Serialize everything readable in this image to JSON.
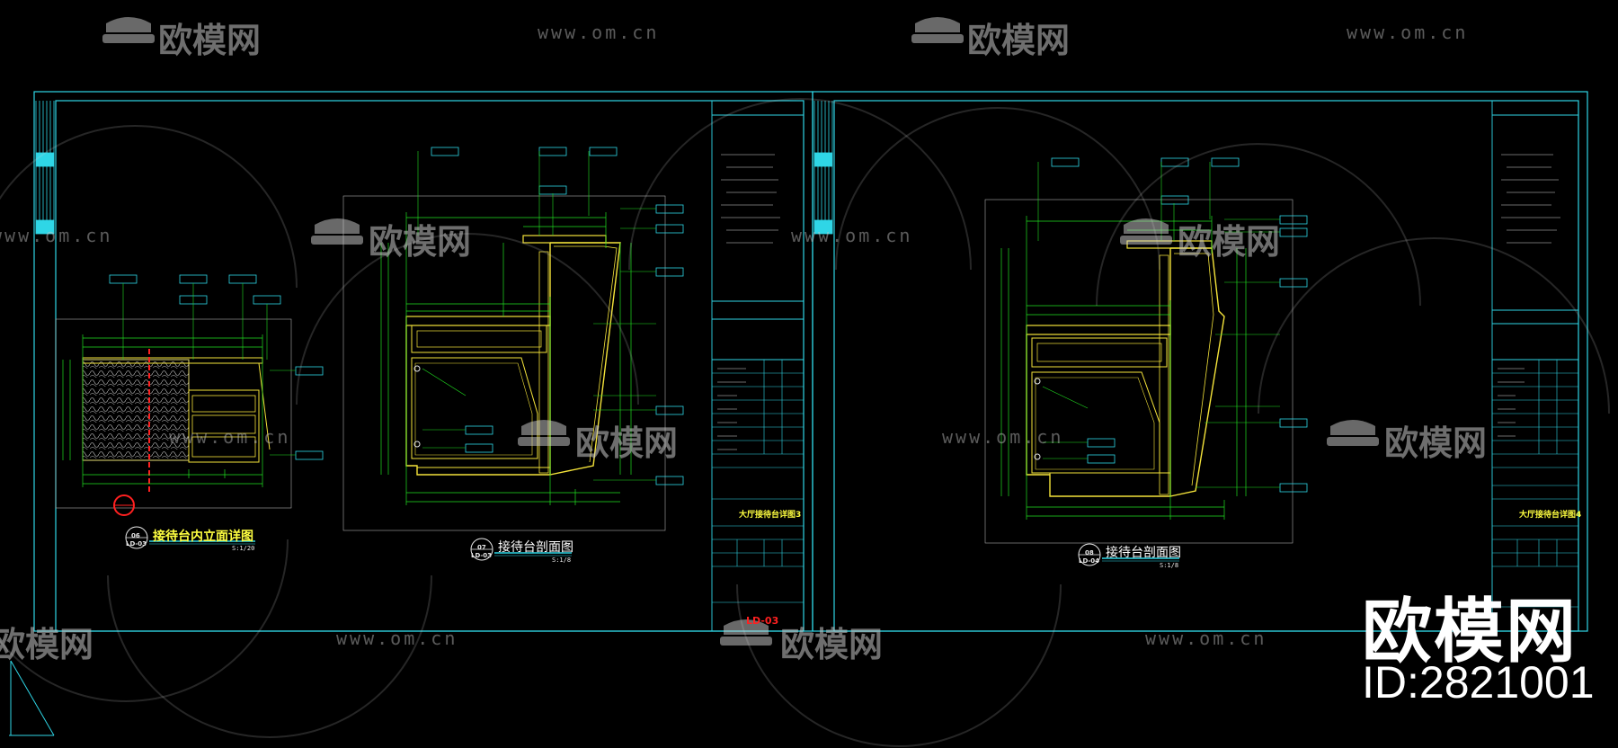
{
  "colors": {
    "background": "#000000",
    "frame": "#2fd6e6",
    "drawing_yellow": "#f4e33a",
    "dim_green": "#20e020",
    "section_red": "#ff2020",
    "white": "#ffffff"
  },
  "drawings": [
    {
      "title": "接待台内立面详图",
      "number": "06",
      "sheet_ref": "LD-03",
      "scale": "S:1/20",
      "title_color": "#ffff40"
    },
    {
      "title": "接待台剖面图",
      "number": "07",
      "sheet_ref": "LD-03",
      "scale": "S:1/8",
      "title_color": "#ffffff"
    },
    {
      "title": "接待台剖面图",
      "number": "08",
      "sheet_ref": "LD-04",
      "scale": "S:1/8",
      "title_color": "#ffffff"
    }
  ],
  "sheets": [
    {
      "drawing_name": "大厅接待台详图3",
      "sheet_no": "LD-03"
    },
    {
      "drawing_name": "大厅接待台详图4",
      "sheet_no": ""
    }
  ],
  "watermark": {
    "brand": "欧模网",
    "url": "www.om.cn"
  },
  "brand_overlay": {
    "brand": "欧模网",
    "id": "ID:2821001"
  }
}
